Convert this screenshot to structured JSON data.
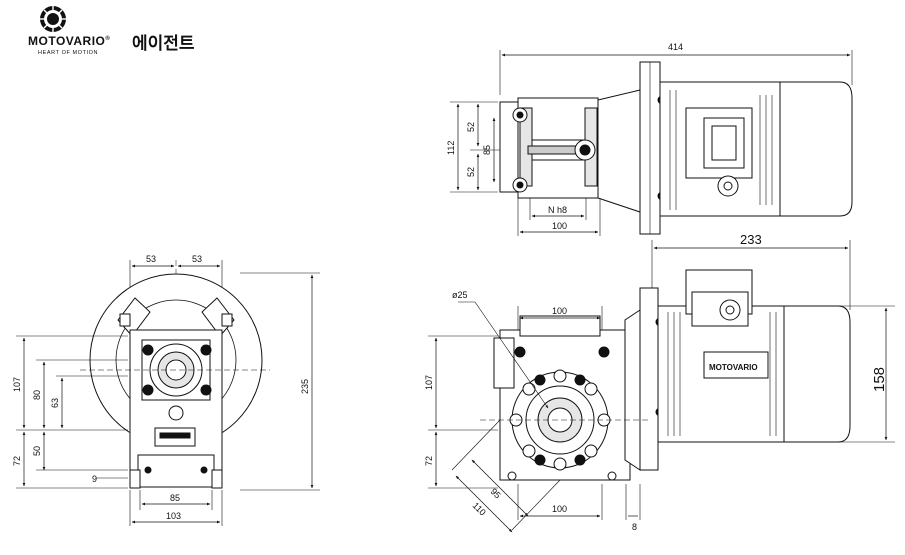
{
  "brand": {
    "name": "MOTOVARIO",
    "registered": "®",
    "korean": "에이전트",
    "tagline": "HEART OF MOTION"
  },
  "top_view": {
    "dim_overall_length": "414",
    "dim_112": "112",
    "dim_52_a": "52",
    "dim_52_b": "52",
    "dim_85": "85",
    "dim_nh8": "N h8",
    "dim_100": "100"
  },
  "front_view": {
    "dim_53_left": "53",
    "dim_53_right": "53",
    "dim_107": "107",
    "dim_80": "80",
    "dim_63": "63",
    "dim_72": "72",
    "dim_50": "50",
    "dim_9": "9",
    "dim_85": "85",
    "dim_103": "103",
    "dim_235": "235"
  },
  "side_view": {
    "dim_233": "233",
    "dim_dia25": "ø25",
    "dim_100_top": "100",
    "dim_107": "107",
    "dim_72": "72",
    "dim_95": "95",
    "dim_110": "110",
    "dim_100_bottom": "100",
    "dim_8": "8",
    "dim_158": "158",
    "motor_label": "MOTOVARIO"
  }
}
